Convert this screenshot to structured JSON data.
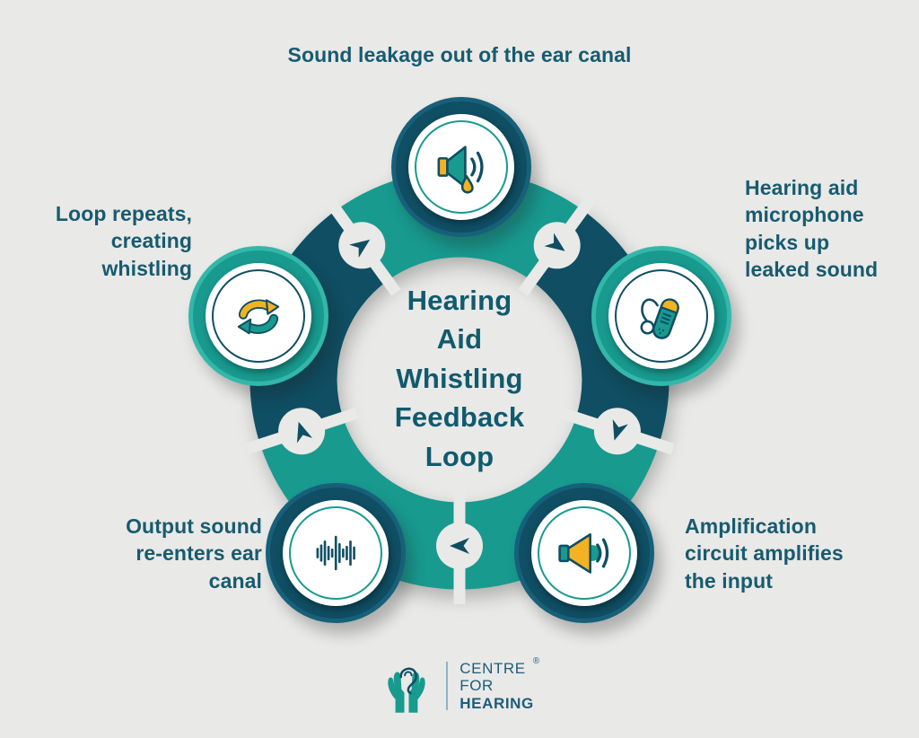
{
  "title": {
    "text": "Hearing Aid Whistling Feedback Loop",
    "lines": [
      "Hearing",
      "Aid",
      "Whistling",
      "Feedback",
      "Loop"
    ]
  },
  "loop": {
    "direction": "clockwise",
    "arrow_count": 5
  },
  "steps": [
    {
      "position": "top",
      "icon": "speaker-leak-icon",
      "label": "Sound leakage out of the ear canal",
      "lines": [
        "Sound leakage out of the ear canal"
      ]
    },
    {
      "position": "right",
      "icon": "hearing-aid-icon",
      "label": "Hearing aid microphone picks up leaked sound",
      "lines": [
        "Hearing aid",
        "microphone",
        "picks up",
        "leaked sound"
      ]
    },
    {
      "position": "bottom-right",
      "icon": "speaker-amplify-icon",
      "label": "Amplification circuit amplifies the input",
      "lines": [
        "Amplification",
        "circuit amplifies",
        "the input"
      ]
    },
    {
      "position": "bottom-left",
      "icon": "waveform-icon",
      "label": "Output sound re-enters ear canal",
      "lines": [
        "Output sound",
        "re-enters ear",
        "canal"
      ]
    },
    {
      "position": "left",
      "icon": "loop-arrows-icon",
      "label": "Loop repeats, creating whistling",
      "lines": [
        "Loop repeats,",
        "creating",
        "whistling"
      ]
    }
  ],
  "logo": {
    "name": "Centre For Hearing",
    "line1": "CENTRE",
    "line2": "FOR",
    "line3": "HEARING",
    "registered_mark": "®",
    "icon": "hands-ear-icon"
  },
  "colors": {
    "background": "#e9e9e7",
    "teal": "#189a8f",
    "dark_teal": "#0f4e63",
    "yellow": "#f2b224",
    "text": "#175b70",
    "white": "#ffffff"
  }
}
